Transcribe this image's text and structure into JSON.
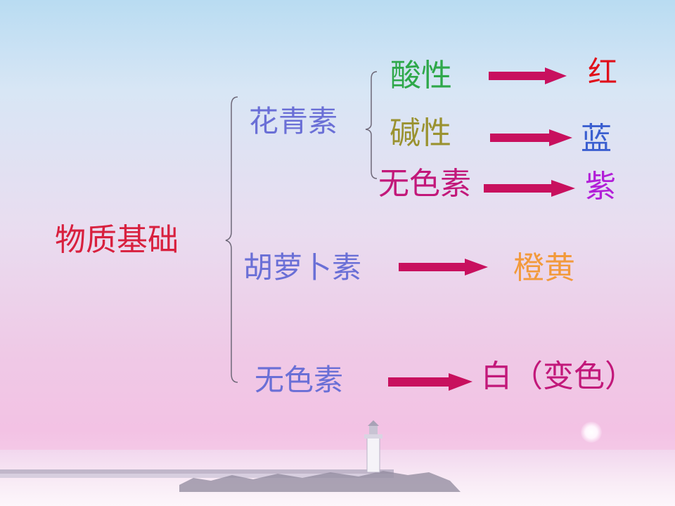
{
  "root": {
    "label": "物质基础",
    "color": "#d8203e"
  },
  "branches": {
    "anthocyanin": {
      "label": "花青素",
      "color": "#6a6fd6"
    },
    "carotene": {
      "label": "胡萝卜素",
      "color": "#6a6fd6",
      "result": "橙黄",
      "result_color": "#f29a3c"
    },
    "colorless": {
      "label": "无色素",
      "color": "#6a6fd6",
      "result": "白（变色）",
      "result_color": "#c2187a"
    }
  },
  "sub_branches": {
    "acidic": {
      "label": "酸性",
      "color": "#2ea84a",
      "result": "红",
      "result_color": "#e0101a"
    },
    "basic": {
      "label": "碱性",
      "color": "#9a9230",
      "result": "蓝",
      "result_color": "#3b5fd0"
    },
    "none": {
      "label": "无色素",
      "color": "#c2187a",
      "result": "紫",
      "result_color": "#b21ed8"
    }
  },
  "arrow_color": "#c8105e"
}
